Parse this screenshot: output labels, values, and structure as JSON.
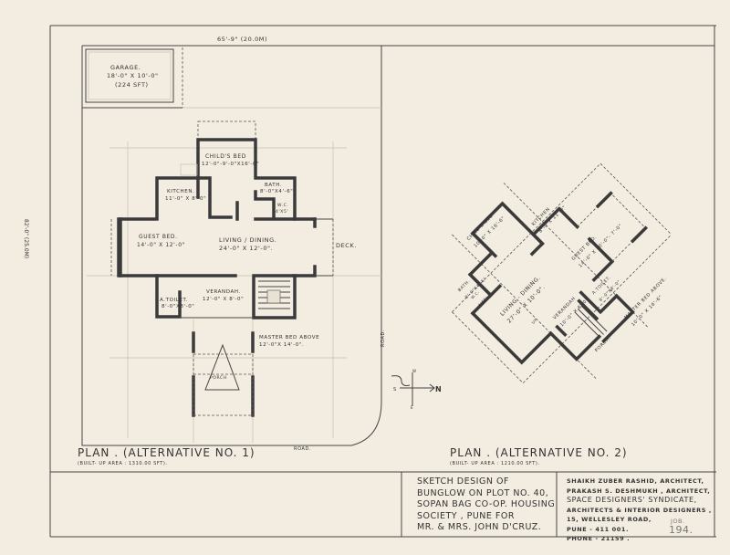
{
  "plan1": {
    "site_width": "65'-9\" (20.0M)",
    "site_depth": "82'-0\" (25.0M)",
    "garage": {
      "name": "GARAGE.",
      "size": "18'-0\" X 10'-0\"",
      "area": "(224 SFT)"
    },
    "rooms": {
      "childs_bed": {
        "name": "CHILD'S BED",
        "size": "12'-0\"-9'-0\"X16'-0\""
      },
      "kitchen": {
        "name": "KITCHEN.",
        "size": "11'-0\" X 8'-0\""
      },
      "bath": {
        "name": "BATH.",
        "size": "8'-0\"X4'-6\""
      },
      "wc": {
        "name": "W.C.",
        "size": "4'X5'"
      },
      "guest_bed": {
        "name": "GUEST BED.",
        "size": "14'-0\" X 12'-0\""
      },
      "living": {
        "name": "LIVING / DINING.",
        "size": "24'-0\" X 12'-0\"."
      },
      "deck": {
        "name": "DECK."
      },
      "toilet": {
        "name": "A.TOILET.",
        "size": "8'-0\"X8'-0\""
      },
      "verandah": {
        "name": "VERANDAH.",
        "size": "12'-0\" X 8'-0\""
      },
      "master": {
        "name": "MASTER BED ABOVE",
        "size": "12'-0\"X 14'-0\"."
      },
      "porch": {
        "name": "PORCH"
      }
    },
    "road_side": "ROAD.",
    "road_bottom": "ROAD.",
    "title": "PLAN . (ALTERNATIVE NO. 1)",
    "built_up": "(BUILT- UP AREA : 1310.00 SFT)."
  },
  "compass": {
    "n": "N",
    "s": "S",
    "e": "E",
    "w": "W"
  },
  "plan2": {
    "rooms": {
      "childs_bed": {
        "name": "CHILD'S BED",
        "size": "10'-0\" X 16'-6\""
      },
      "kitchen": {
        "name": "KITCHEN",
        "size": "8'-0\"X 11'-0\""
      },
      "guest_bed": {
        "name": "GUEST BED.",
        "size": "14'-0\" X 10'-0\"- 7'-0\""
      },
      "bath": {
        "name": "BATH.",
        "size": "8'-0\"X4'-6\""
      },
      "wc": {
        "name": "W.C.",
        "size": "4'X5'"
      },
      "living": {
        "name": "LIVING - DINING.",
        "size": "27'-0\" X 10'-0\"."
      },
      "toilet": {
        "name": "A.TOILET.",
        "size": "8'-0\"X8'-0\""
      },
      "verandah": {
        "name": "VERANDAH",
        "size": "10'-0\" X 8'-0\""
      },
      "master": {
        "name": "MASTER BED ABOVE.",
        "size": "10'-0\" X 16'-6\""
      },
      "porch": {
        "name": "PORCH."
      },
      "up": "UP"
    },
    "title": "PLAN . (ALTERNATIVE NO. 2)",
    "built_up": "(BUILT- UP AREA : 1210.00 SFT)."
  },
  "title_block": {
    "project": [
      "SKETCH DESIGN OF",
      "BUNGLOW ON PLOT NO. 40,",
      "SOPAN BAG CO-OP. HOUSING",
      "SOCIETY , PUNE FOR",
      "MR. & MRS. JOHN D'CRUZ."
    ],
    "architects": [
      "SHAIKH ZUBER RASHID, ARCHITECT,",
      "PRAKASH S. DESHMUKH , ARCHITECT,",
      "SPACE DESIGNERS' SYNDICATE,",
      "ARCHITECTS & INTERIOR DESIGNERS ,",
      "15, WELLESLEY ROAD,",
      "PUNE - 411 001.",
      "PHONE - 21159 ."
    ],
    "job_label": "JOB.",
    "job_number": "194."
  }
}
